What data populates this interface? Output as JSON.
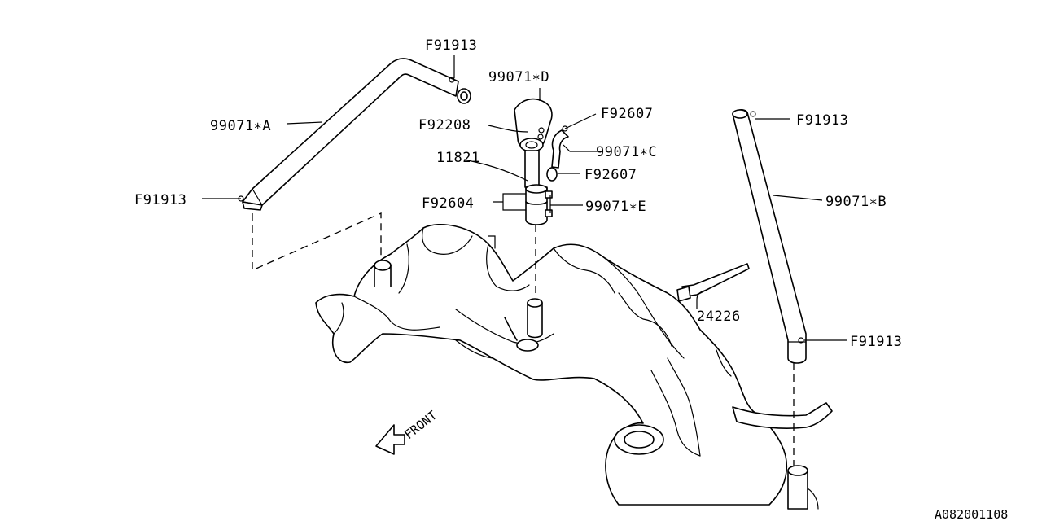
{
  "diagram": {
    "callouts": {
      "f91913_top": "F91913",
      "hose_a": "99071∗A",
      "f91913_left": "F91913",
      "hose_d": "99071∗D",
      "f92208": "F92208",
      "f92607_top": "F92607",
      "hose_c": "99071∗C",
      "part_11821": "11821",
      "f92607_mid": "F92607",
      "f92604": "F92604",
      "hose_e": "99071∗E",
      "f91913_right_top": "F91913",
      "hose_b": "99071∗B",
      "part_24226": "24226",
      "f91913_right_bottom": "F91913"
    },
    "front_arrow_label": "FRONT",
    "figure_code": "A082001108"
  }
}
